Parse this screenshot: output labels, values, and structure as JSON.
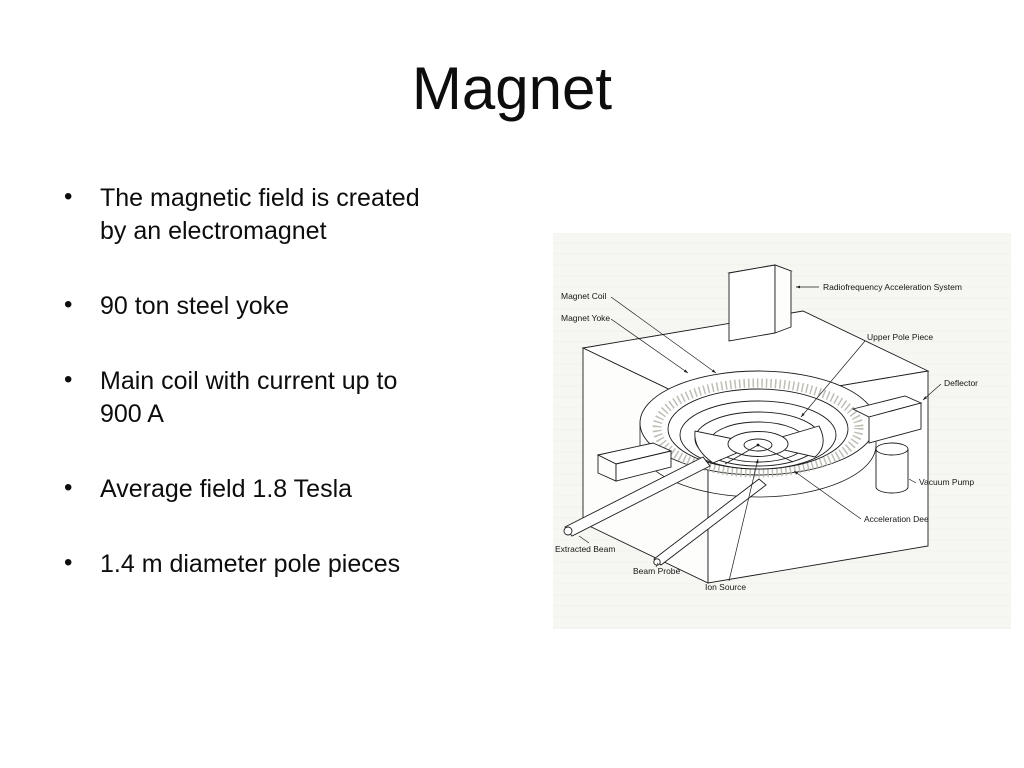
{
  "slide": {
    "title": "Magnet",
    "bullets": [
      "The magnetic field is created by an electromagnet",
      "90 ton steel yoke",
      "Main coil with current up to 900 A",
      "Average field 1.8 Tesla",
      "1.4 m diameter pole pieces"
    ]
  },
  "diagram": {
    "labels": {
      "magnet_coil": "Magnet Coil",
      "magnet_yoke": "Magnet Yoke",
      "rf_system": "Radiofrequency Acceleration System",
      "upper_pole_piece": "Upper Pole Piece",
      "deflector": "Deflector",
      "vacuum_pump": "Vacuum Pump",
      "acceleration_dee": "Acceleration Dee",
      "extracted_beam": "Extracted Beam",
      "beam_probe": "Beam Probe",
      "ion_source": "Ion Source"
    }
  }
}
